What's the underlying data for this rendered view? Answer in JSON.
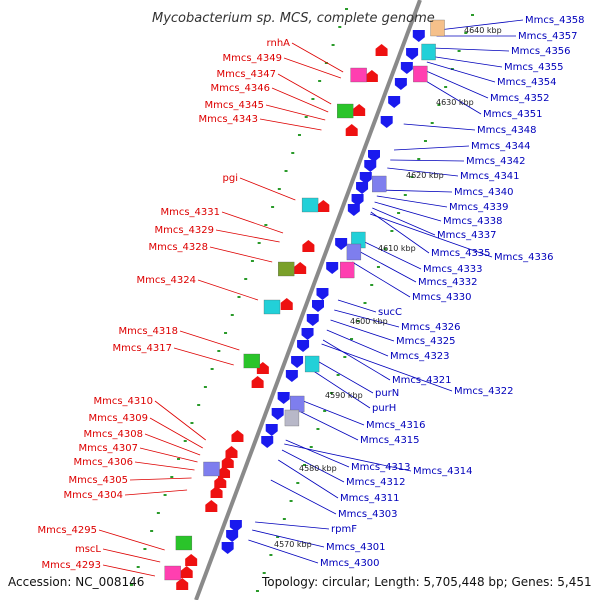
{
  "title": "Mycobacterium sp. MCS, complete genome",
  "accession": "Accession: NC_008146",
  "topology": "Topology: circular; Length: 5,705,448 bp; Genes: 5,451",
  "colors": {
    "forward": "#ee1111",
    "reverse": "#1111ee",
    "backbone": "#999999",
    "dots": "#22aa22"
  },
  "ticks": [
    "4640 kbp",
    "4630 kbp",
    "4620 kbp",
    "4610 kbp",
    "4600 kbp",
    "4590 kbp",
    "4580 kbp",
    "4570 kbp"
  ],
  "left_labels": [
    "rnhA",
    "Mmcs_4349",
    "Mmcs_4347",
    "Mmcs_4346",
    "Mmcs_4345",
    "Mmcs_4343",
    "pgi",
    "Mmcs_4331",
    "Mmcs_4329",
    "Mmcs_4328",
    "Mmcs_4324",
    "Mmcs_4318",
    "Mmcs_4317",
    "Mmcs_4310",
    "Mmcs_4309",
    "Mmcs_4308",
    "Mmcs_4307",
    "Mmcs_4306",
    "Mmcs_4305",
    "Mmcs_4304",
    "Mmcs_4295",
    "mscL",
    "Mmcs_4293"
  ],
  "right_labels": [
    "Mmcs_4358",
    "Mmcs_4357",
    "Mmcs_4356",
    "Mmcs_4355",
    "Mmcs_4354",
    "Mmcs_4352",
    "Mmcs_4351",
    "Mmcs_4348",
    "Mmcs_4344",
    "Mmcs_4342",
    "Mmcs_4341",
    "Mmcs_4340",
    "Mmcs_4339",
    "Mmcs_4338",
    "Mmcs_4337",
    "Mmcs_4335",
    "Mmcs_4336",
    "Mmcs_4333",
    "Mmcs_4332",
    "Mmcs_4330",
    "sucC",
    "Mmcs_4326",
    "Mmcs_4325",
    "Mmcs_4323",
    "Mmcs_4321",
    "Mmcs_4322",
    "purN",
    "purH",
    "Mmcs_4316",
    "Mmcs_4315",
    "Mmcs_4313",
    "Mmcs_4314",
    "Mmcs_4312",
    "Mmcs_4311",
    "Mmcs_4303",
    "rpmF",
    "Mmcs_4301",
    "Mmcs_4300"
  ]
}
